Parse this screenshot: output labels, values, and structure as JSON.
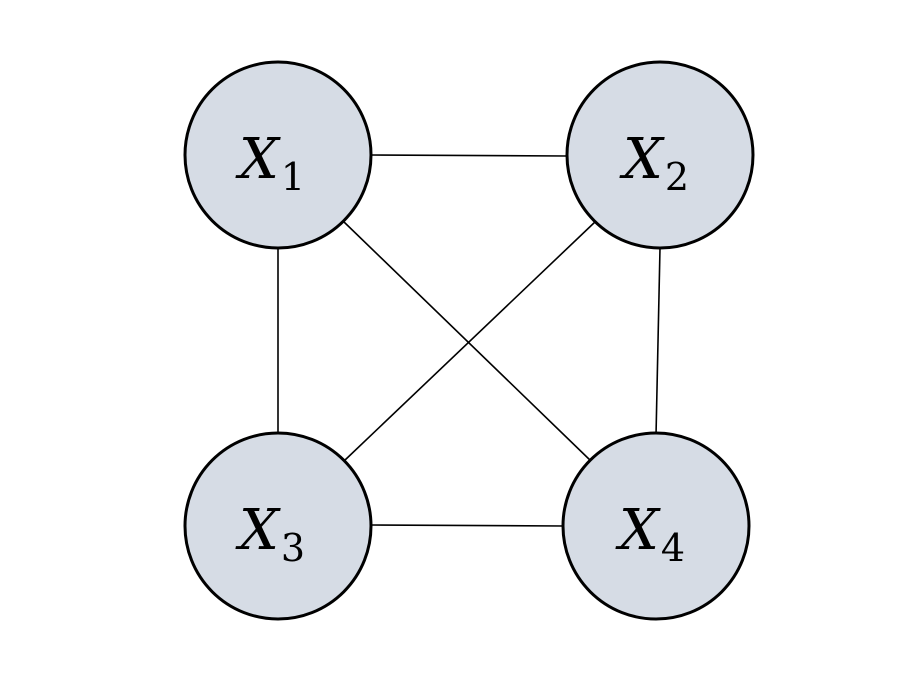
{
  "diagram": {
    "type": "undirected-graph",
    "node_fill_color": "#d6dce5",
    "node_stroke_color": "#000000",
    "edge_color": "#000000",
    "nodes": [
      {
        "id": "x1",
        "var": "X",
        "sub": "1"
      },
      {
        "id": "x2",
        "var": "X",
        "sub": "2"
      },
      {
        "id": "x3",
        "var": "X",
        "sub": "3"
      },
      {
        "id": "x4",
        "var": "X",
        "sub": "4"
      }
    ],
    "edges": [
      [
        "x1",
        "x2"
      ],
      [
        "x1",
        "x3"
      ],
      [
        "x1",
        "x4"
      ],
      [
        "x2",
        "x3"
      ],
      [
        "x2",
        "x4"
      ],
      [
        "x3",
        "x4"
      ]
    ]
  }
}
